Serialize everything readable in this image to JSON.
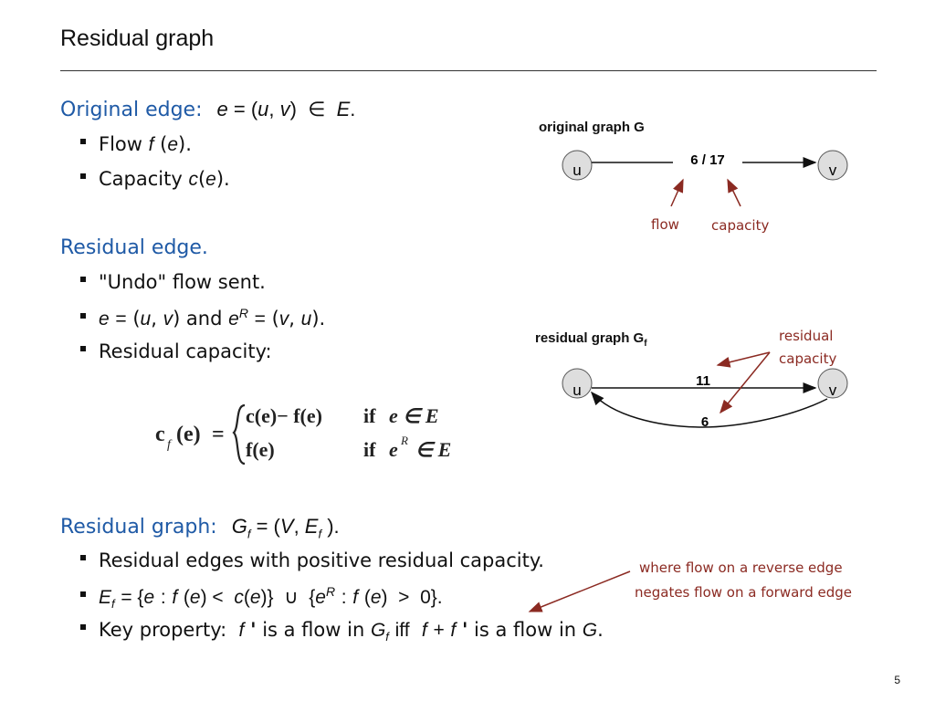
{
  "title": "Residual graph",
  "original_edge": {
    "heading": "Original edge:",
    "math": "e = (u, v) ∈ E.",
    "bullets": [
      "Flow f (e).",
      "Capacity c(e)."
    ]
  },
  "residual_edge": {
    "heading": "Residual edge.",
    "bullets": [
      "\"Undo\" flow sent.",
      "e = (u, v) and eR = (v, u).",
      "Residual capacity:"
    ]
  },
  "formula": {
    "lhs": "c f (e) =",
    "case1_expr": "c(e) − f(e)",
    "case1_cond": "if e ∈ E",
    "case2_expr": "f(e)",
    "case2_cond": "if eR ∈ E"
  },
  "residual_graph": {
    "heading": "Residual graph:",
    "math": "Gf = (V, Ef ).",
    "bullets": [
      "Residual edges with positive residual capacity.",
      "Ef = {e : f (e) < c(e)} ∪ {eR : f (e) > 0}.",
      "Key property: f ' is a flow in Gf iff f + f ' is a flow in G."
    ]
  },
  "original_graph": {
    "label": "original graph G",
    "node_u": "u",
    "node_v": "v",
    "edge_label": "6 / 17",
    "flow_annotation": "flow",
    "capacity_annotation": "capacity"
  },
  "residual_graph_fig": {
    "label": "residual graph G",
    "label_sub": "f",
    "node_u": "u",
    "node_v": "v",
    "forward_label": "11",
    "reverse_label": "6",
    "annotation_line1": "residual",
    "annotation_line2": "capacity"
  },
  "note": {
    "line1": "where flow on a reverse edge",
    "line2": "negates flow on a forward edge"
  },
  "page_number": "5",
  "colors": {
    "heading_blue": "#1f5aa6",
    "annotation_red": "#8b2a22"
  }
}
